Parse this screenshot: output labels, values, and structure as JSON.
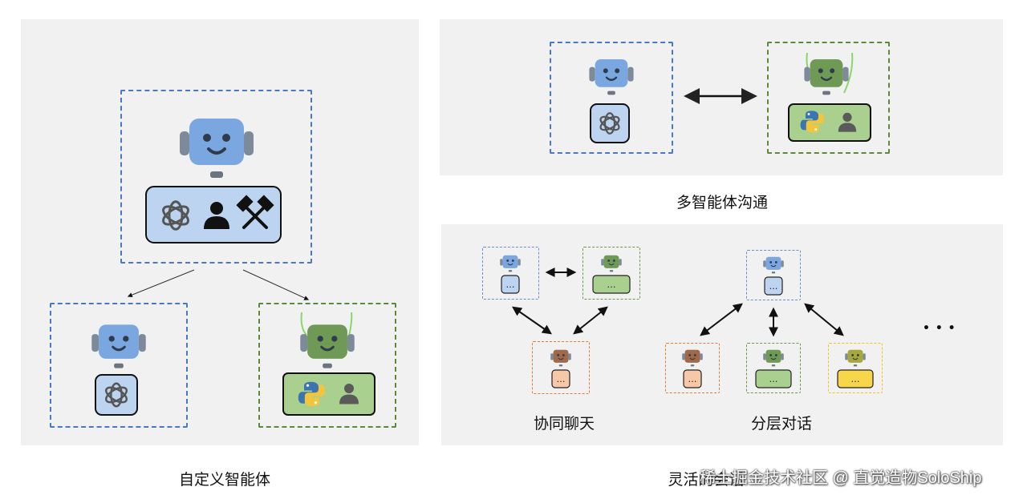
{
  "captions": {
    "custom_agent": "自定义智能体",
    "multi_agent_comm": "多智能体沟通",
    "collab_chat": "协同聊天",
    "hierarchical_chat": "分层对话",
    "flexible_chat": "灵活的会话"
  },
  "ellipsis": "…",
  "more_marker": "• • •",
  "watermark": "稀土掘金技术社区 @ 直觉造物SoloShip",
  "colors": {
    "blue_border": "#4472c4",
    "green_border": "#5a8a3a",
    "orange_border": "#e07b3a",
    "yellow_border": "#f0c419",
    "panel_bg": "#f1f1f1"
  },
  "icons": [
    "robot-icon",
    "openai-icon",
    "person-icon",
    "tools-icon",
    "python-icon",
    "arrow-icon"
  ]
}
